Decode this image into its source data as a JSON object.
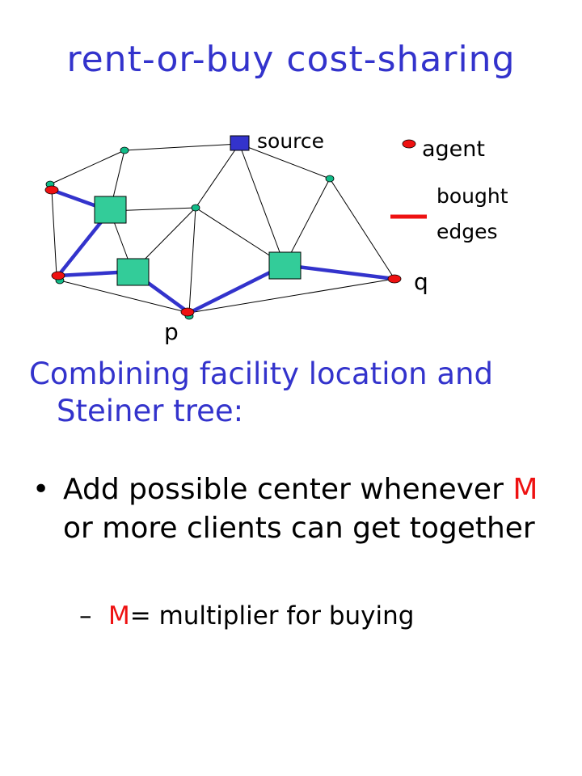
{
  "title": "rent-or-buy cost-sharing",
  "colors": {
    "title": "#3333cc",
    "source_node": "#3333cc",
    "facility": "#33cc99",
    "steiner_node": "#11bb88",
    "agent": "#ee1111",
    "bought_edge": "#3333cc",
    "legend_edge": "#ee1111",
    "highlight": "#ee1111"
  },
  "diagram": {
    "labels": {
      "source": "source",
      "agent": "agent",
      "bought_line1": "bought",
      "bought_line2": "edges",
      "p": "p",
      "q": "q"
    }
  },
  "subtitle": "Combining facility location and Steiner tree:",
  "bullet": {
    "symbol": "•",
    "before": "Add possible center whenever ",
    "highlight": "M",
    "after": " or more clients can get together"
  },
  "sub_bullet": {
    "symbol": "–",
    "highlight": "M",
    "after": "= multiplier for buying"
  }
}
